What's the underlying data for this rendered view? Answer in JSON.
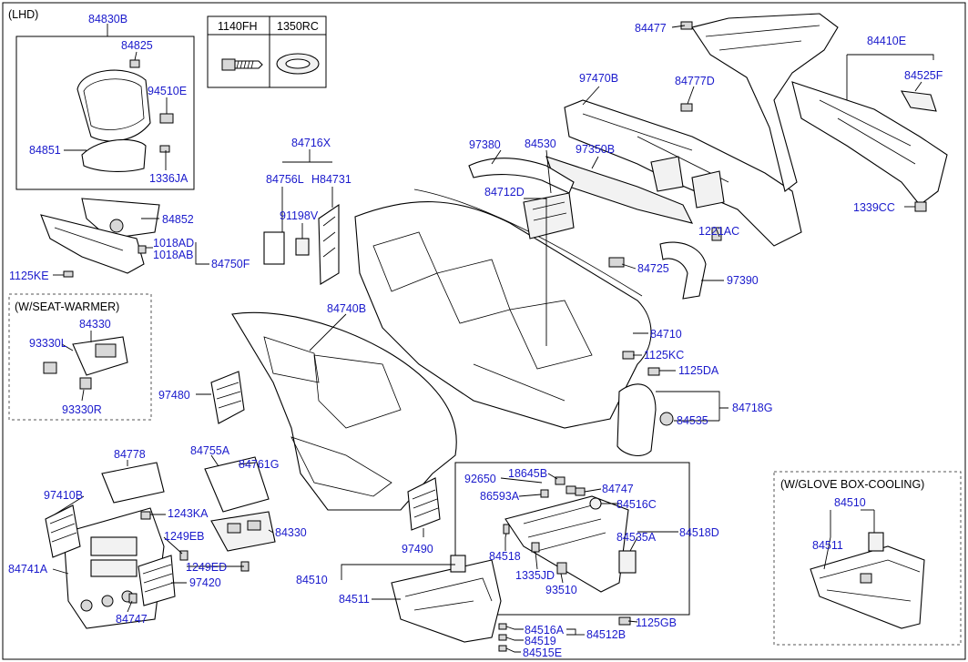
{
  "variants": {
    "lhd": "(LHD)",
    "seat_warmer": "(W/SEAT-WARMER)",
    "glove_box_cooling": "(W/GLOVE BOX-COOLING)"
  },
  "legend_table": {
    "col1": "1140FH",
    "col2": "1350RC"
  },
  "parts": [
    "84830B",
    "84825",
    "94510E",
    "84851",
    "1336JA",
    "84852",
    "1018AD",
    "1018AB",
    "84750F",
    "1125KE",
    "84330",
    "93330L",
    "93330R",
    "84716X",
    "84756L",
    "H84731",
    "91198V",
    "84740B",
    "97480",
    "84778",
    "97410B",
    "1243KA",
    "1249EB",
    "1249ED",
    "84741A",
    "97420",
    "84747",
    "84755A",
    "84761G",
    "84330",
    "97490",
    "84510",
    "84511",
    "84477",
    "84410E",
    "84525F",
    "97470B",
    "84777D",
    "97380",
    "84530",
    "97350B",
    "84712D",
    "1339CC",
    "1221AC",
    "84725",
    "97390",
    "84710",
    "1125KC",
    "1125DA",
    "84718G",
    "84535",
    "92650",
    "18645B",
    "84747",
    "86593A",
    "84516C",
    "84518D",
    "84518",
    "84535A",
    "1335JD",
    "93510",
    "84510",
    "84511",
    "84516A",
    "84512B",
    "84519",
    "84515E",
    "1125GB",
    "84510",
    "84511"
  ],
  "colors": {
    "label": "#1a1acc",
    "line": "#000000"
  }
}
